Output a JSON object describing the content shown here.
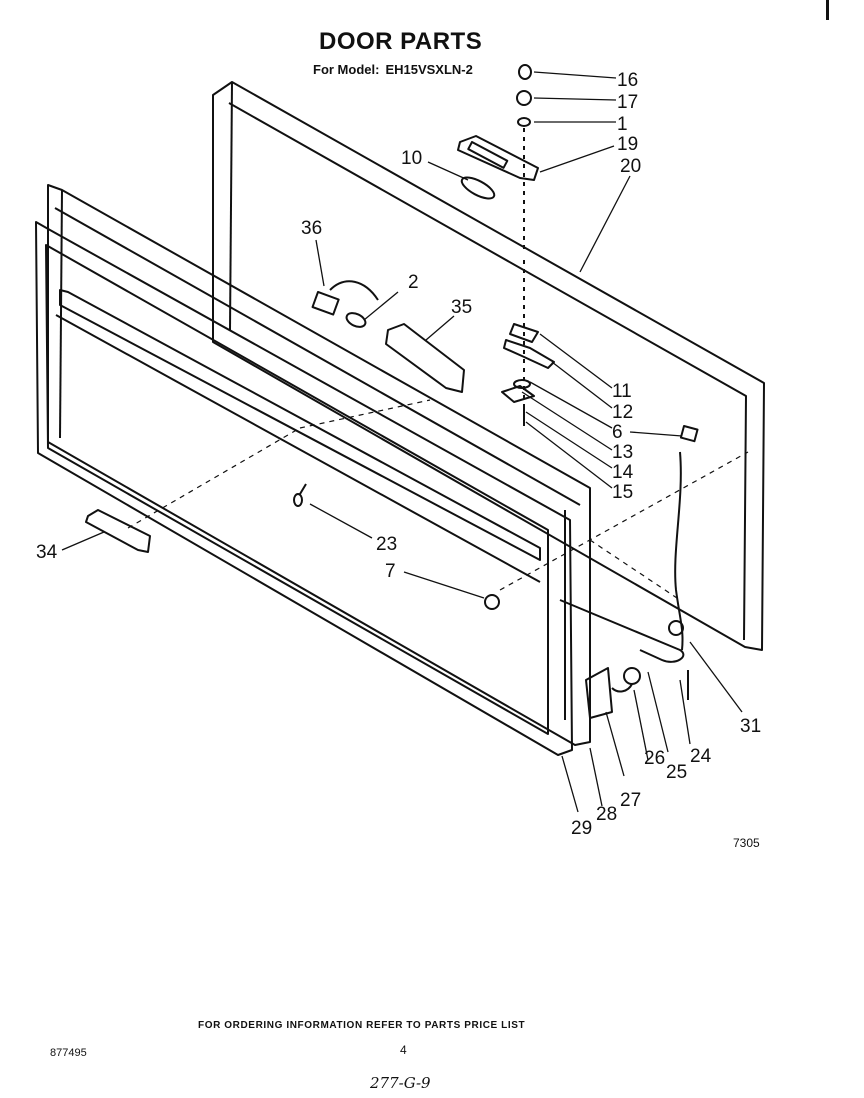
{
  "header": {
    "title": "DOOR PARTS",
    "model_prefix": "For Model:",
    "model": "EH15VSXLN-2"
  },
  "callouts": {
    "c16": "16",
    "c17": "17",
    "c1": "1",
    "c19": "19",
    "c10": "10",
    "c20": "20",
    "c36": "36",
    "c2": "2",
    "c35": "35",
    "c11": "11",
    "c12": "12",
    "c6": "6",
    "c13": "13",
    "c14": "14",
    "c15": "15",
    "c34": "34",
    "c23": "23",
    "c7": "7",
    "c31": "31",
    "c24": "24",
    "c25": "25",
    "c26": "26",
    "c27": "27",
    "c28": "28",
    "c29": "29"
  },
  "figure_id": "7305",
  "footer": {
    "note": "FOR ORDERING INFORMATION REFER TO PARTS PRICE LIST",
    "doc_number": "877495",
    "page": "4",
    "handwritten": "277-G-9"
  }
}
